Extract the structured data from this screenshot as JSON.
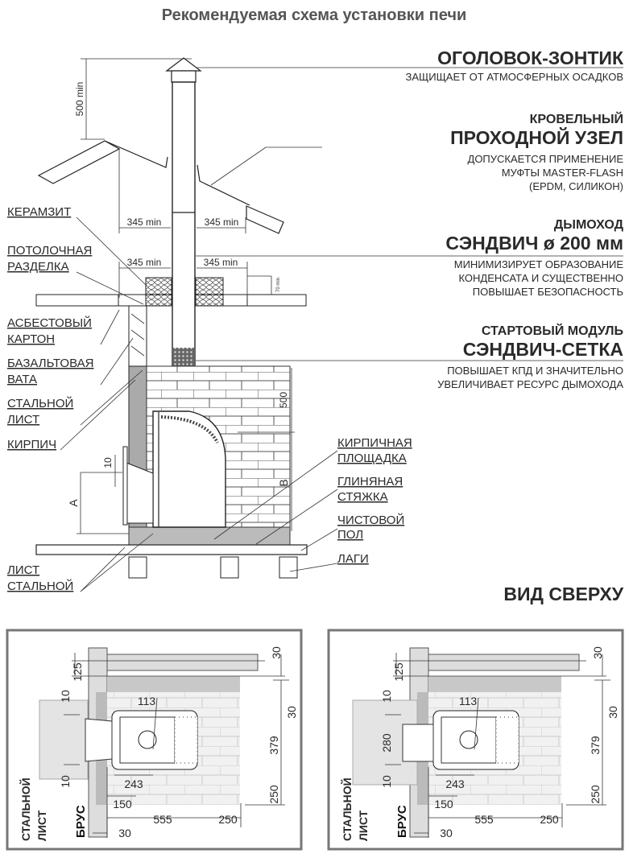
{
  "title": "Рекомендуемая схема установки печи",
  "callouts": {
    "cap": {
      "heading": "ОГОЛОВОК-ЗОНТИК",
      "desc": [
        "ЗАЩИЩАЕТ ОТ АТМОСФЕРНЫХ ОСАДКОВ"
      ]
    },
    "roof_node": {
      "subheading": "КРОВЕЛЬНЫЙ",
      "heading": "ПРОХОДНОЙ УЗЕЛ",
      "desc": [
        "ДОПУСКАЕТСЯ ПРИМЕНЕНИЕ",
        "МУФТЫ MASTER-FLASH",
        "(EPDM, СИЛИКОН)"
      ]
    },
    "chimney": {
      "subheading": "ДЫМОХОД",
      "heading": "СЭНДВИЧ ø 200 мм",
      "desc": [
        "МИНИМИЗИРУЕТ ОБРАЗОВАНИЕ",
        "КОНДЕНСАТА И СУЩЕСТВЕННО",
        "ПОВЫШАЕТ БЕЗОПАСНОСТЬ"
      ]
    },
    "start_module": {
      "subheading": "СТАРТОВЫЙ МОДУЛЬ",
      "heading": "СЭНДВИЧ-СЕТКА",
      "desc": [
        "ПОВЫШАЕТ КПД И ЗНАЧИТЕЛЬНО",
        "УВЕЛИЧИВАЕТ РЕСУРС ДЫМОХОДА"
      ]
    }
  },
  "left_labels": {
    "keramzit": [
      "КЕРАМЗИТ"
    ],
    "ceiling_cut": [
      "ПОТОЛОЧНАЯ",
      "РАЗДЕЛКА"
    ],
    "asbestos": [
      "АСБЕСТОВЫЙ",
      "КАРТОН"
    ],
    "basalt": [
      "БАЗАЛЬТОВАЯ",
      "ВАТА"
    ],
    "steel_sheet": [
      "СТАЛЬНОЙ",
      "ЛИСТ"
    ],
    "brick": [
      "КИРПИЧ"
    ],
    "floor_sheet": [
      "ЛИСТ",
      "СТАЛЬНОЙ"
    ]
  },
  "right_labels": {
    "brick_platform": [
      "КИРПИЧНАЯ",
      "ПЛОЩАДКА"
    ],
    "clay_screed": [
      "ГЛИНЯНАЯ",
      "СТЯЖКА"
    ],
    "finish_floor": [
      "ЧИСТОВОЙ",
      "ПОЛ"
    ],
    "joists": [
      "ЛАГИ"
    ]
  },
  "dimensions": {
    "above_roof": "500 min",
    "roof_left": "345 min",
    "roof_right": "345 min",
    "ceiling_left": "345 min",
    "ceiling_right": "345 min",
    "keramzit_height": "70 min",
    "brick_above": "500",
    "b": "В",
    "a": "А",
    "ten": "10"
  },
  "top_view_title": "ВИД СВЕРХУ",
  "top_views": [
    {
      "d125": "125",
      "d30a": "30",
      "d10a": "10",
      "d113": "113",
      "d30b": "30",
      "d379": "379",
      "d10b": "10",
      "dmid": "",
      "d243": "243",
      "d150": "150",
      "d250v": "250",
      "d555": "555",
      "d250h": "250",
      "d30c": "30",
      "steel1": "СТАЛЬНОЙ",
      "steel2": "ЛИСТ",
      "beam": "БРУС"
    },
    {
      "d125": "125",
      "d30a": "30",
      "d10a": "10",
      "d113": "113",
      "d30b": "30",
      "d379": "379",
      "d10b": "10",
      "dmid": "280",
      "d243": "243",
      "d150": "150",
      "d250v": "250",
      "d555": "555",
      "d250h": "250",
      "d30c": "30",
      "steel1": "СТАЛЬНОЙ",
      "steel2": "ЛИСТ",
      "beam": "БРУС"
    }
  ]
}
